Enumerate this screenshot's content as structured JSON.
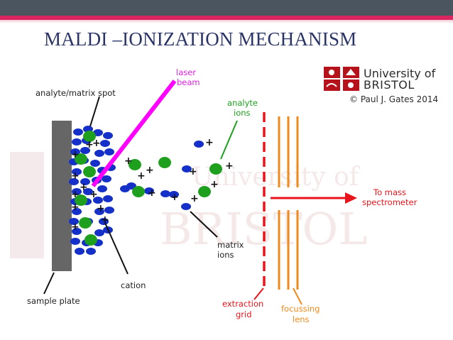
{
  "slide": {
    "title": "MALDI –IONIZATION MECHANISM"
  },
  "logo": {
    "line1": "University of",
    "line2": "BRISTOL",
    "copyright": "© Paul J. Gates 2014",
    "watermark": "University of BRISTOL"
  },
  "labels": {
    "spot": "analyte/matrix spot",
    "laser1": "laser",
    "laser2": "beam",
    "analyte1": "analyte",
    "analyte2": "ions",
    "tomass1": "To mass",
    "tomass2": "spectrometer",
    "matrix1": "matrix",
    "matrix2": "ions",
    "cation": "cation",
    "plate": "sample plate",
    "grid1": "extraction",
    "grid2": "grid",
    "lens1": "focussing",
    "lens2": "lens",
    "plus": "+"
  },
  "colors": {
    "matrix": "#1530c8",
    "analyte": "#1ea01e",
    "laser": "#ff00ff",
    "grid": "#e8141b",
    "lens": "#f08a1c",
    "plate": "#666666",
    "arrow": "#e8141b",
    "analyte_pointer": "#1ea01e"
  }
}
